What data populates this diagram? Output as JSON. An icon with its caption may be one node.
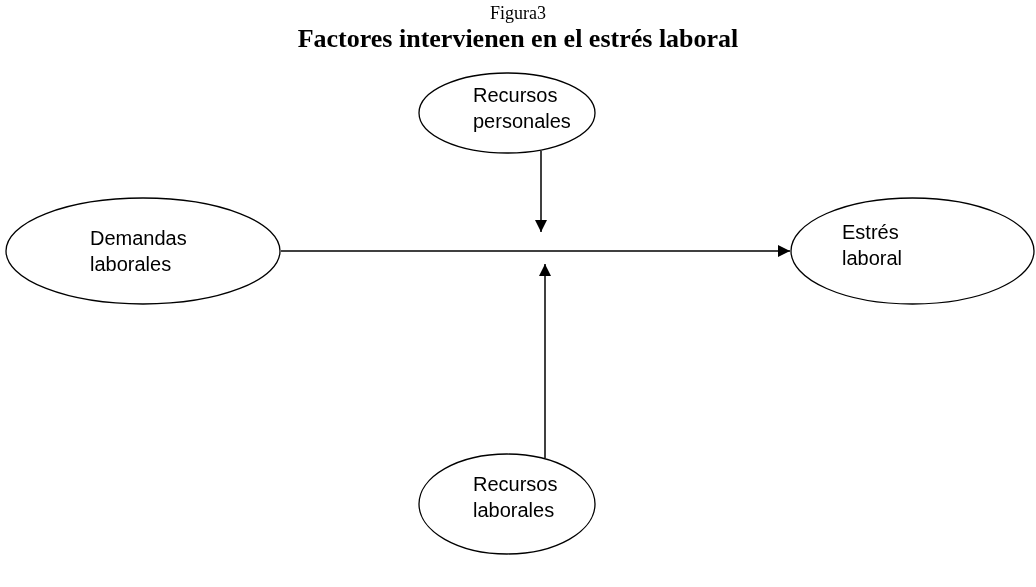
{
  "diagram": {
    "title": "Factores intervienen en el estrés laboral",
    "nodes": [
      {
        "text": [
          "Recursos personales"
        ]
      },
      {
        "text": [
          "Demandas laborales"
        ]
      },
      {
        "text": [
          "Estrés laboral"
        ]
      },
      {
        "text": [
          "Recursos laborales"
        ]
      }
    ],
    "edges": [
      {
        "from": 1,
        "to": 2,
        "arrow": "to"
      },
      {
        "from": 0,
        "to": null,
        "arrow": "to"
      },
      {
        "from": 3,
        "to": null,
        "arrow": "to"
      }
    ],
    "labels": [
      "Figura3"
    ]
  }
}
